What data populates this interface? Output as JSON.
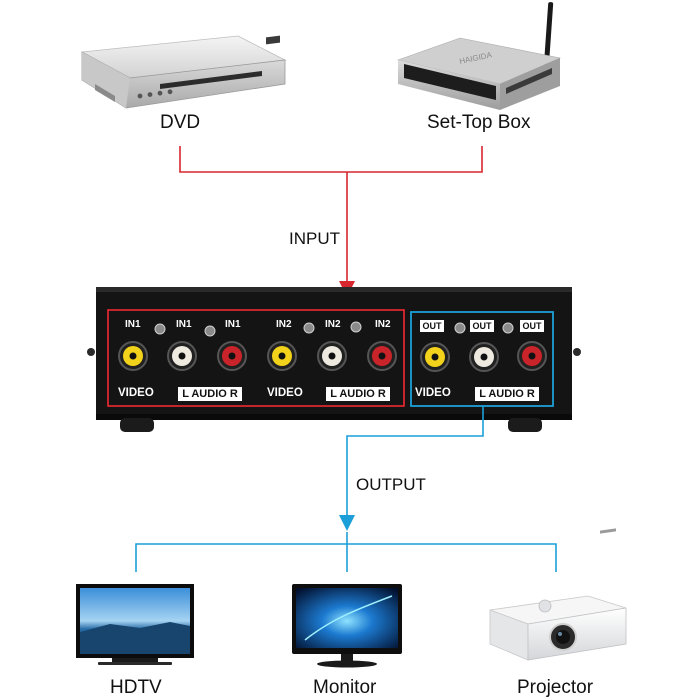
{
  "sources": [
    {
      "label": "DVD",
      "icon": "dvd-player-icon"
    },
    {
      "label": "Set-Top Box",
      "icon": "set-top-box-icon"
    }
  ],
  "set_top_box_brand": "HAIGIDA",
  "flow": {
    "input_label": "INPUT",
    "output_label": "OUTPUT"
  },
  "switch_panel": {
    "input_groups": [
      {
        "jacks": [
          "IN1",
          "IN1",
          "IN1"
        ],
        "video": "VIDEO",
        "audio": "L  AUDIO  R"
      },
      {
        "jacks": [
          "IN2",
          "IN2",
          "IN2"
        ],
        "video": "VIDEO",
        "audio": "L  AUDIO  R"
      }
    ],
    "output_group": {
      "jacks": [
        "OUT",
        "OUT",
        "OUT"
      ],
      "video": "VIDEO",
      "audio": "L  AUDIO  R"
    }
  },
  "outputs": [
    {
      "label": "HDTV",
      "icon": "hdtv-icon"
    },
    {
      "label": "Monitor",
      "icon": "monitor-icon"
    },
    {
      "label": "Projector",
      "icon": "projector-icon"
    }
  ],
  "colors": {
    "input_line": "#d8262e",
    "output_line": "#1c9fd8",
    "switch_body": "#141414",
    "video_jack": "#f2d21a",
    "audio_left_jack": "#eeeae0",
    "audio_right_jack": "#c9242a"
  }
}
